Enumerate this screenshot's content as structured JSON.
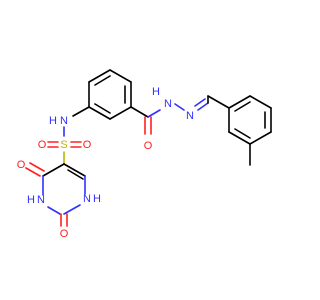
{
  "colors": {
    "background": "#ffffff",
    "carbon": "#000000",
    "nitrogen": "#3030ff",
    "oxygen": "#ff2020",
    "sulfur": "#b8b800"
  },
  "atoms": {
    "nh_sulfonamide": "N",
    "h_sulfonamide": "H",
    "s_sulfonyl": "S",
    "o_sulfonyl_left": "O",
    "o_sulfonyl_right": "O",
    "o_amide": "O",
    "nh_hydrazide": "N",
    "h_hydrazide": "H",
    "n_imine": "N",
    "o_pyrimidine_4": "O",
    "o_pyrimidine_2": "O",
    "nh_pyrimidine_3": "N",
    "h_pyrimidine_3": "H",
    "nh_pyrimidine_1": "N",
    "h_pyrimidine_1": "H"
  }
}
